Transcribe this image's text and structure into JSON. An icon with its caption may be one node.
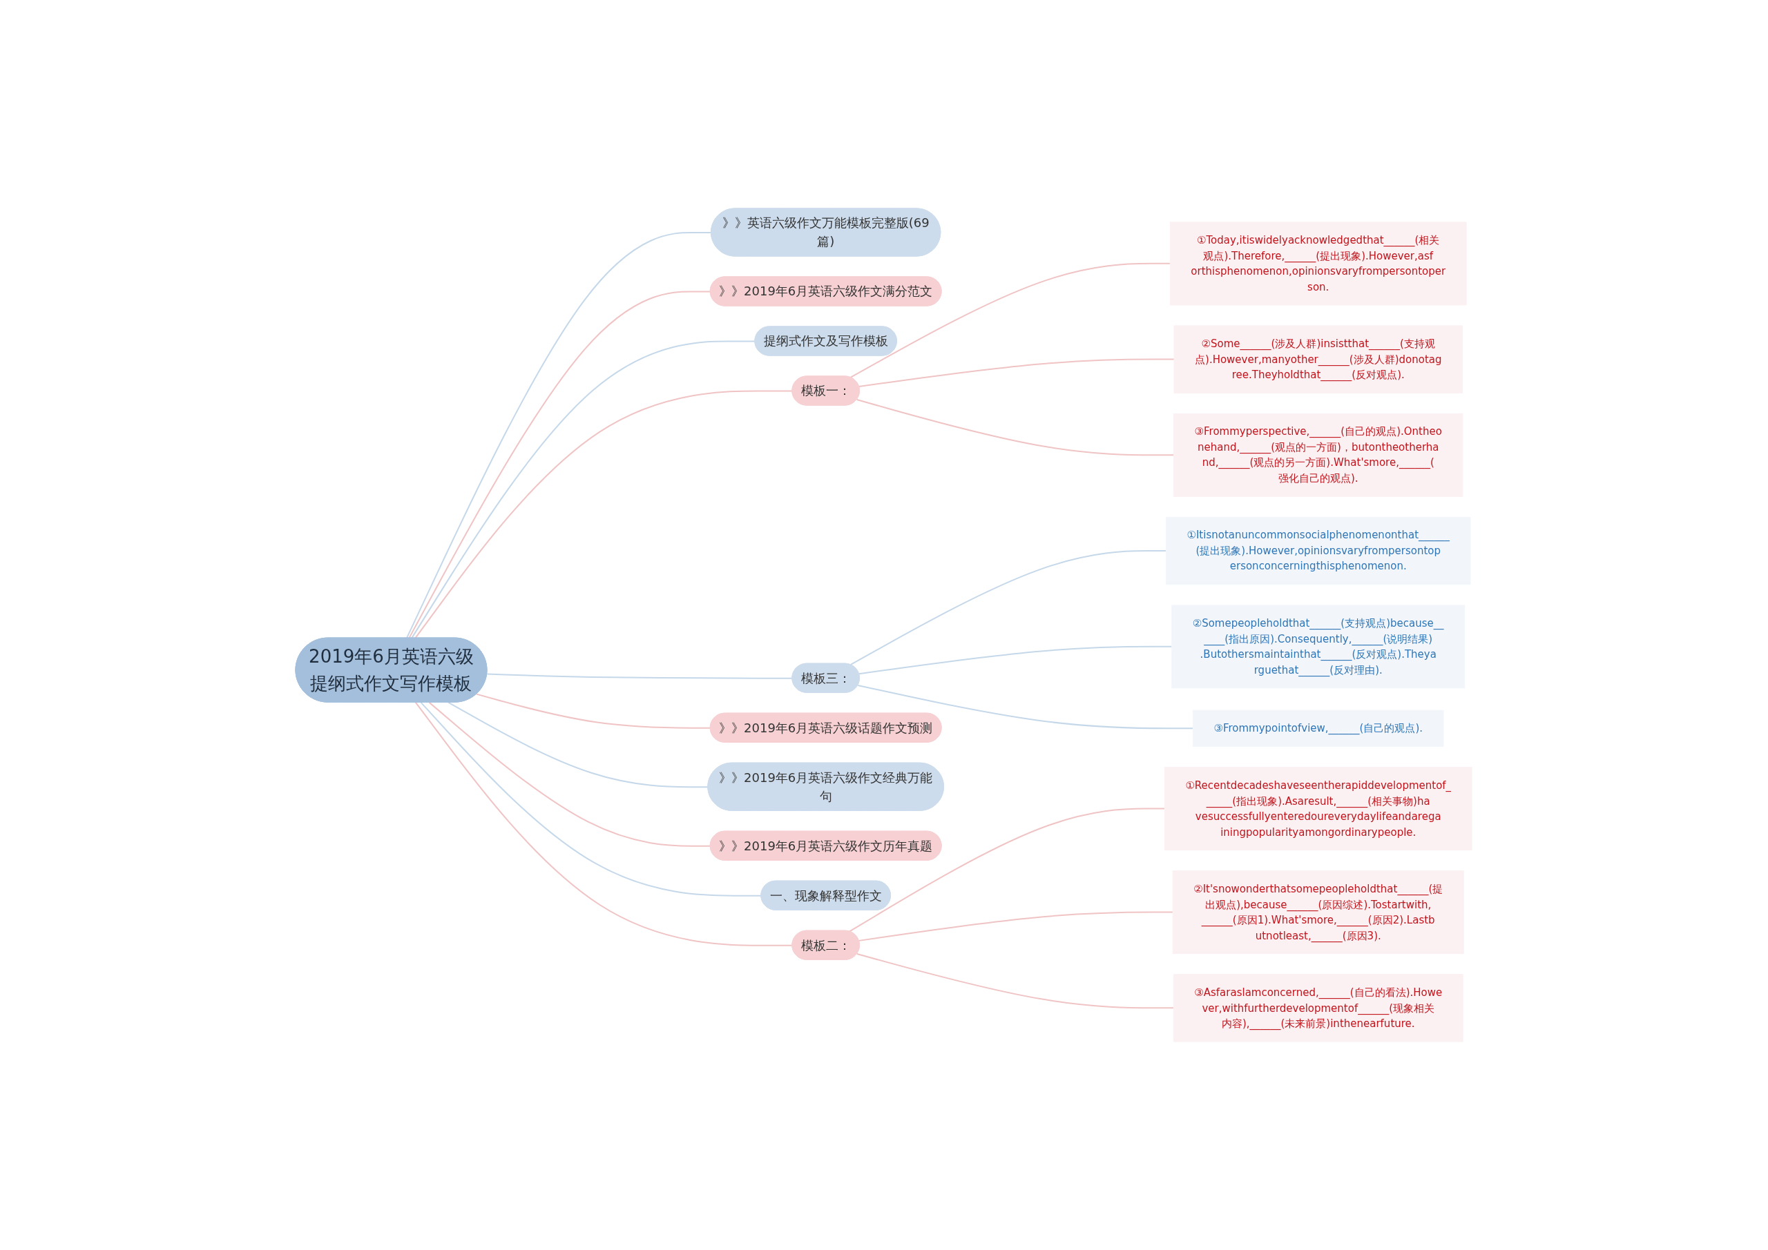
{
  "diagram": {
    "nodes": [
      {
        "text": [
          "2019年6月英语六级提纲式作文写作模板"
        ]
      },
      {
        "text": [
          "》》英语六级作文万能模板完整版(69篇)"
        ]
      },
      {
        "text": [
          "》》2019年6月英语六级作文满分范文"
        ]
      },
      {
        "text": [
          "提纲式作文及写作模板"
        ]
      },
      {
        "text": [
          "模板一："
        ]
      },
      {
        "text": [
          "①Today,itiswidelyacknowledgedthat______(相关观点).Therefore,______(提出现象).However,asforthisphenomenon,opinionsvaryfrompersontoperson."
        ]
      },
      {
        "text": [
          "②Some______(涉及人群)insistthat______(支持观点).However,manyother______(涉及人群)donotagree.Theyholdthat______(反对观点)."
        ]
      },
      {
        "text": [
          "③Frommyperspective,______(自己的观点).Ontheonehand,______(观点的一方面)，butontheotherhand,______(观点的另一方面).What'smore,______(强化自己的观点)."
        ]
      },
      {
        "text": [
          "模板三："
        ]
      },
      {
        "text": [
          "①Itisnotanuncommonsocialphenomenonthat______(提出现象).However,opinionsvaryfrompersontopersonconcerningthisphenomenon."
        ]
      },
      {
        "text": [
          "②Somepeopleholdthat______(支持观点)because______(指出原因).Consequently,______(说明结果).Butothersmaintainthat______(反对观点).Theyarguethat______(反对理由)."
        ]
      },
      {
        "text": [
          "③Frommypointofview,______(自己的观点)."
        ]
      },
      {
        "text": [
          "》》2019年6月英语六级话题作文预测"
        ]
      },
      {
        "text": [
          "》》2019年6月英语六级作文经典万能句"
        ]
      },
      {
        "text": [
          "》》2019年6月英语六级作文历年真题"
        ]
      },
      {
        "text": [
          "一、现象解释型作文"
        ]
      },
      {
        "text": [
          "模板二："
        ]
      },
      {
        "text": [
          "①Recentdecadeshaveseentherapiddevelopmentof______(指出现象).Asaresult,______(相关事物)havesuccessfullyenteredoureverydaylifeandaregainingpopularityamongordinarypeople."
        ]
      },
      {
        "text": [
          "②It'snowonderthatsomepeopleholdthat______(提出观点),because______(原因综述).Tostartwith,______(原因1).What'smore,______(原因2).Lastbutnotleast,______(原因3)."
        ]
      },
      {
        "text": [
          "③Asfaraslamconcerned,______(自己的看法).However,withfurtherdevelopmentof______(现象相关内容),______(未来前景)inthenearfuture."
        ]
      }
    ],
    "edges": [
      {
        "from": 0,
        "to": 1,
        "arrow": "none",
        "color": "#c5d8ea"
      },
      {
        "from": 0,
        "to": 2,
        "arrow": "none"
      },
      {
        "from": 0,
        "to": 3,
        "arrow": "none",
        "color": "#c5d8ea"
      },
      {
        "from": 0,
        "to": 4,
        "arrow": "none"
      },
      {
        "from": 4,
        "to": 5,
        "arrow": "none"
      },
      {
        "from": 4,
        "to": 6,
        "arrow": "none"
      },
      {
        "from": 4,
        "to": 7,
        "arrow": "none"
      },
      {
        "from": 0,
        "to": 8,
        "arrow": "none",
        "color": "#c5d8ea"
      },
      {
        "from": 8,
        "to": 9,
        "arrow": "none",
        "color": "#c5d8ea"
      },
      {
        "from": 8,
        "to": 10,
        "arrow": "none",
        "color": "#c5d8ea"
      },
      {
        "from": 8,
        "to": 11,
        "arrow": "none",
        "color": "#c5d8ea"
      },
      {
        "from": 0,
        "to": 12,
        "arrow": "none"
      },
      {
        "from": 0,
        "to": 13,
        "arrow": "none",
        "color": "#c5d8ea"
      },
      {
        "from": 0,
        "to": 14,
        "arrow": "none"
      },
      {
        "from": 0,
        "to": 15,
        "arrow": "none",
        "color": "#c5d8ea"
      },
      {
        "from": 0,
        "to": 16,
        "arrow": "none"
      },
      {
        "from": 16,
        "to": 17,
        "arrow": "none"
      },
      {
        "from": 16,
        "to": 18,
        "arrow": "none"
      },
      {
        "from": 16,
        "to": 19,
        "arrow": "none"
      }
    ]
  }
}
